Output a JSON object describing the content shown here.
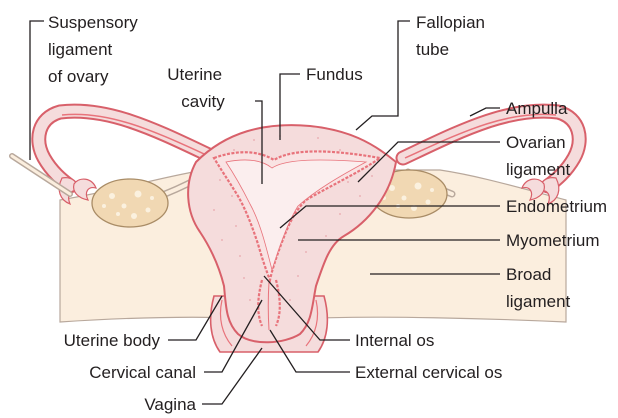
{
  "diagram": {
    "labels": {
      "suspensory_ligament": [
        "Suspensory",
        "ligament",
        "of ovary"
      ],
      "uterine_cavity": [
        "Uterine",
        "cavity"
      ],
      "fundus": "Fundus",
      "fallopian_tube": [
        "Fallopian",
        "tube"
      ],
      "ampulla": "Ampulla",
      "ovarian_ligament": [
        "Ovarian",
        "ligament"
      ],
      "endometrium": "Endometrium",
      "myometrium": "Myometrium",
      "broad_ligament": [
        "Broad",
        "ligament"
      ],
      "internal_os": "Internal os",
      "external_cervical_os": "External cervical os",
      "uterine_body": "Uterine body",
      "cervical_canal": "Cervical canal",
      "vagina": "Vagina"
    },
    "colors": {
      "tissue_fill": "#f5dcdc",
      "tissue_outline": "#d8606a",
      "endometrium": "#e8737b",
      "broad_ligament_fill": "#fbeede",
      "broad_ligament_outline": "#b8a89c",
      "ovary_fill": "#f1d8b3",
      "ovary_outline": "#a98c66",
      "leader_line": "#231f20"
    }
  }
}
